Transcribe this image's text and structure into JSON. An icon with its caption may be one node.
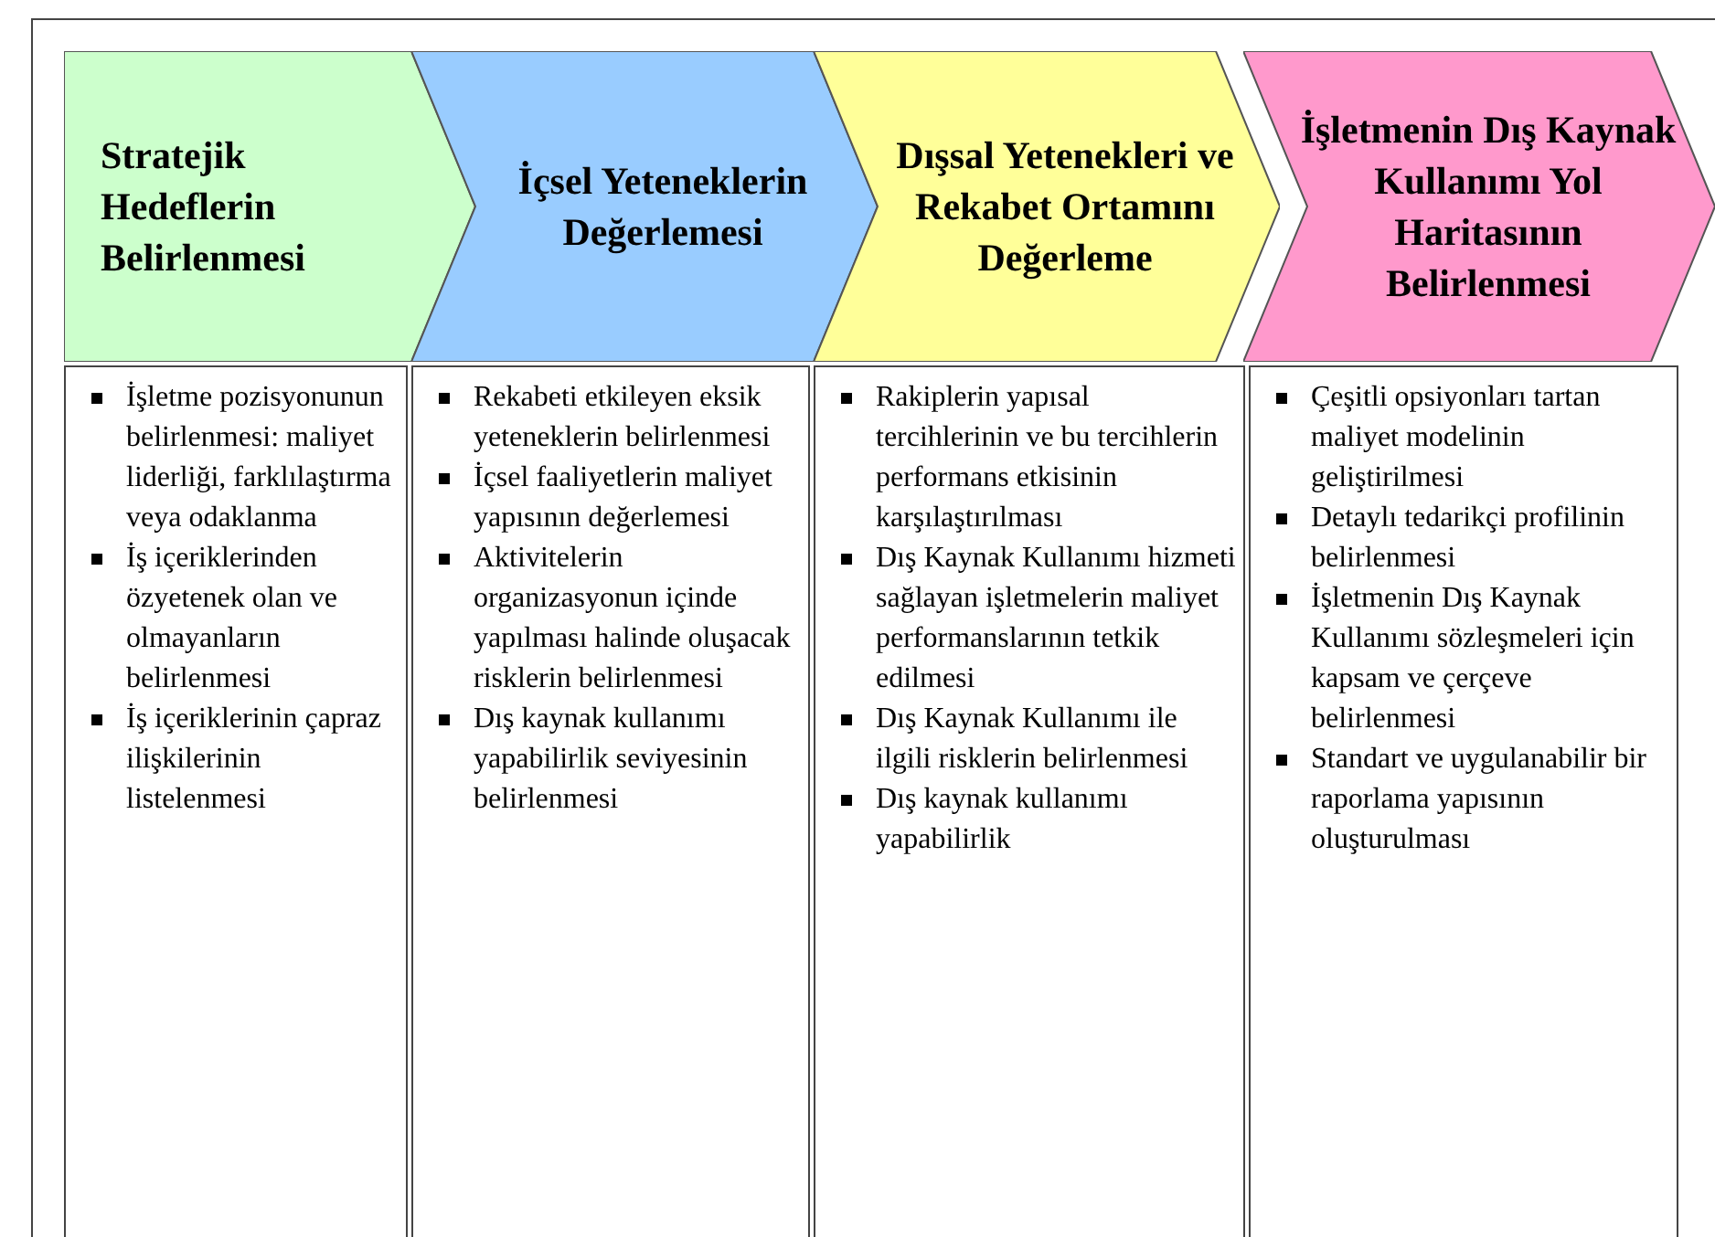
{
  "diagram": {
    "nodes": [
      {
        "text": [
          "Stratejik Hedeflerin Belirlenmesi"
        ]
      },
      {
        "text": [
          "İçsel Yeteneklerin Değerlemesi"
        ]
      },
      {
        "text": [
          "Dışsal Yetenekleri ve Rekabet Ortamını Değerleme"
        ]
      },
      {
        "text": [
          "İşletmenin Dış Kaynak Kullanımı Yol Haritasının Belirlenmesi"
        ]
      },
      {
        "text": [
          "İşletme pozisyonunun belirlenmesi: maliyet liderliği, farklılaştırma veya odaklanma",
          "İş içeriklerinden özyetenek olan ve olmayanların belirlenmesi",
          "İş içeriklerinin çapraz ilişkilerinin listelenmesi"
        ]
      },
      {
        "text": [
          "Rekabeti etkileyen eksik yeteneklerin belirlenmesi",
          "İçsel faaliyetlerin maliyet yapısının değerlemesi",
          "Aktivitelerin organizasyonun içinde yapılması halinde oluşacak risklerin belirlenmesi",
          "Dış kaynak kullanımı yapabilirlik seviyesinin belirlenmesi"
        ]
      },
      {
        "text": [
          "Rakiplerin yapısal tercihlerinin ve bu tercihlerin performans etkisinin karşılaştırılması",
          "Dış Kaynak Kullanımı hizmeti sağlayan işletmelerin maliyet performanslarının tetkik edilmesi",
          "Dış Kaynak Kullanımı ile ilgili risklerin belirlenmesi",
          "Dış kaynak kullanımı yapabilirlik"
        ]
      },
      {
        "text": [
          "Çeşitli opsiyonları tartan maliyet modelinin geliştirilmesi",
          "Detaylı tedarikçi profilinin belirlenmesi",
          "İşletmenin Dış Kaynak Kullanımı sözleşmeleri için kapsam ve çerçeve belirlenmesi",
          "Standart ve uygulanabilir bir raporlama yapısının oluşturulması"
        ]
      }
    ],
    "edges": []
  }
}
